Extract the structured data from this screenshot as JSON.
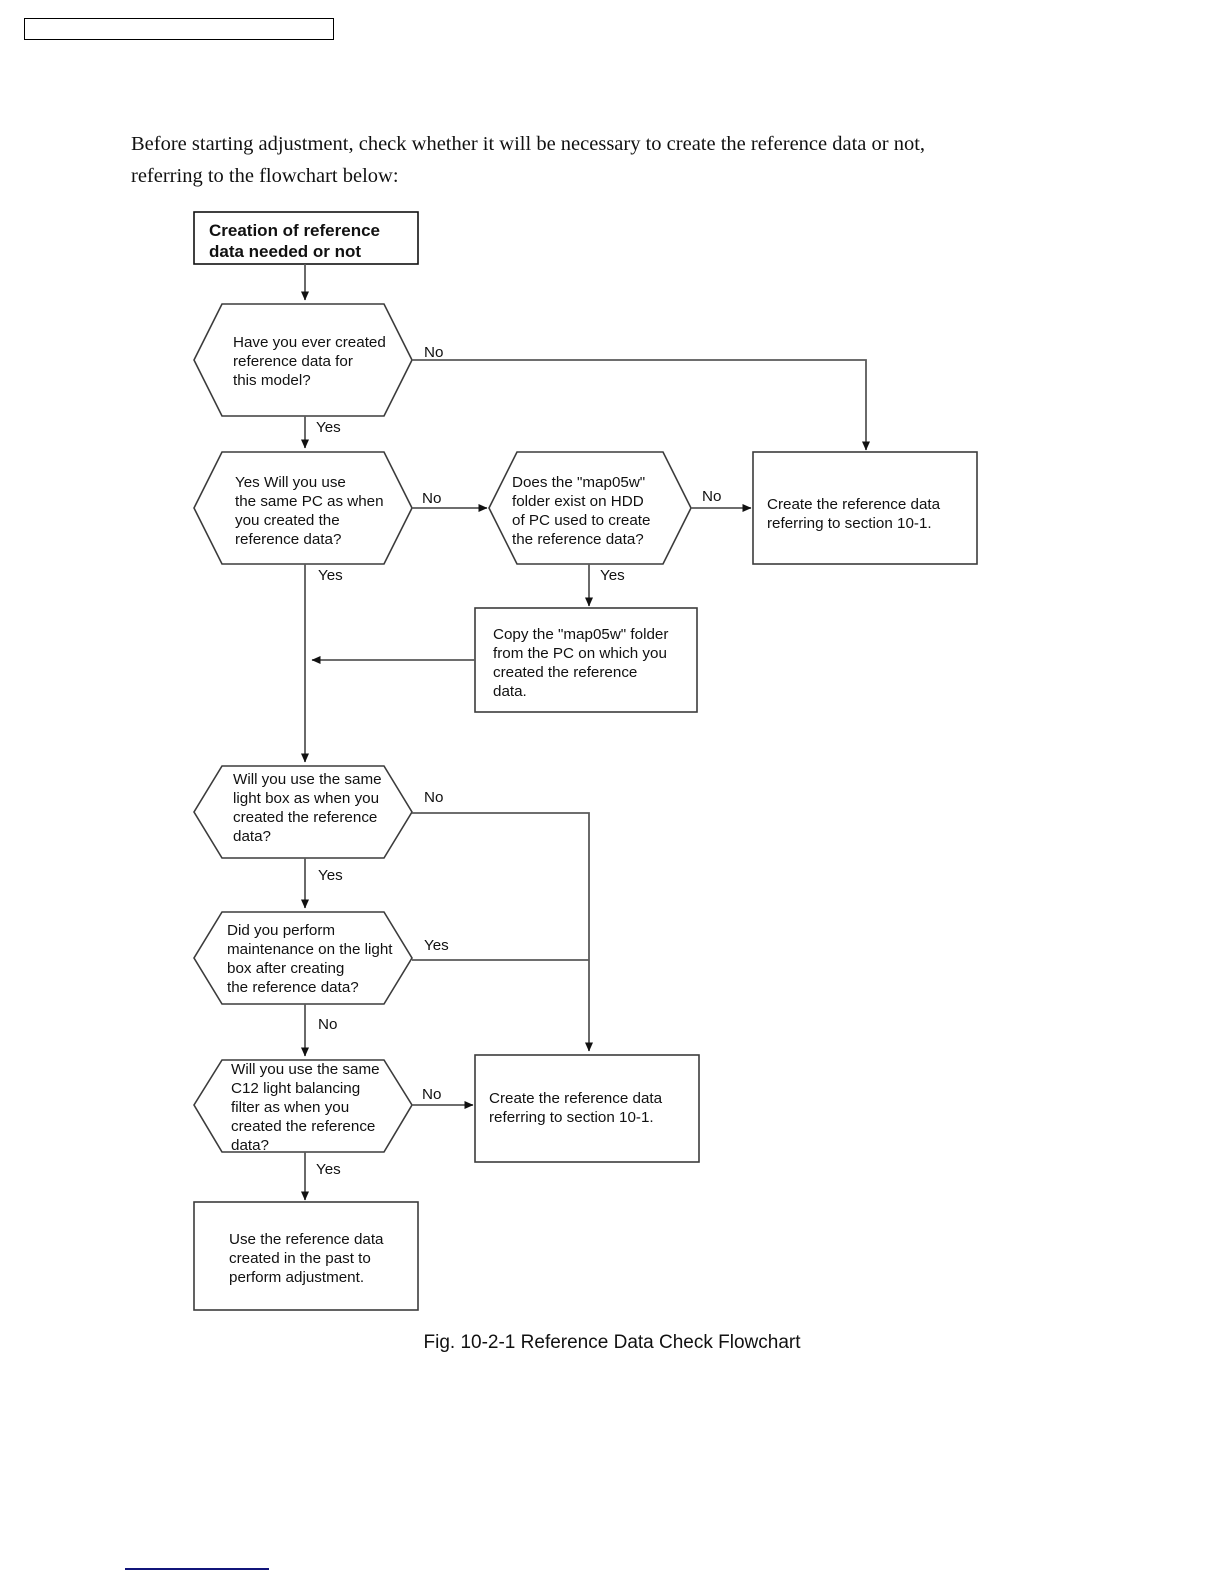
{
  "document": {
    "intro_line1": "Before starting adjustment, check whether it will be necessary to create the reference data or not,",
    "intro_line2": "referring to the flowchart below:",
    "caption": "Fig. 10-2-1 Reference Data Check Flowchart"
  },
  "flowchart": {
    "title_node": {
      "line1": "Creation of reference",
      "line2": "data needed or not"
    },
    "nodes": [
      {
        "id": "q1",
        "type": "decision",
        "lines": [
          "Have you ever created",
          "reference data for",
          "this model?"
        ]
      },
      {
        "id": "q2",
        "type": "decision",
        "lines": [
          "Yes Will you use",
          "the same PC as when",
          "you created the",
          "reference data?"
        ]
      },
      {
        "id": "q3",
        "type": "decision",
        "lines": [
          "Does the \"map05w\"",
          "folder exist on HDD",
          "of PC used to create",
          "the reference data?"
        ]
      },
      {
        "id": "create1",
        "type": "process",
        "lines": [
          "Create the reference data",
          "referring to section 10-1."
        ]
      },
      {
        "id": "copy",
        "type": "process",
        "lines": [
          "Copy the \"map05w\" folder",
          "from the PC on which you",
          "created the reference",
          "data."
        ]
      },
      {
        "id": "q4",
        "type": "decision",
        "lines": [
          "Will you use the same",
          "light box as when you",
          "created the reference",
          "data?"
        ]
      },
      {
        "id": "q5",
        "type": "decision",
        "lines": [
          "Did you perform",
          "maintenance on the light",
          "box after creating",
          "the reference data?"
        ]
      },
      {
        "id": "q6",
        "type": "decision",
        "lines": [
          "Will you use the same",
          "C12 light balancing",
          "filter as when you",
          "created the reference",
          "data?"
        ]
      },
      {
        "id": "create2",
        "type": "process",
        "lines": [
          "Create the reference data",
          "referring to section 10-1."
        ]
      },
      {
        "id": "final",
        "type": "process",
        "lines": [
          "Use the reference data",
          "created in the past to",
          "perform adjustment."
        ]
      }
    ],
    "edge_labels": {
      "q1_no": "No",
      "q1_yes": "Yes",
      "q2_no": "No",
      "q2_yes": "Yes",
      "q3_no": "No",
      "q3_yes": "Yes",
      "q4_no": "No",
      "q4_yes": "Yes",
      "q5_yes": "Yes",
      "q5_no": "No",
      "q6_no": "No",
      "q6_yes": "Yes"
    },
    "colors": {
      "shape_stroke": "#3c3c3c",
      "line_stroke": "#5a5a5a",
      "text": "#111111",
      "rule": "#11157a"
    }
  }
}
